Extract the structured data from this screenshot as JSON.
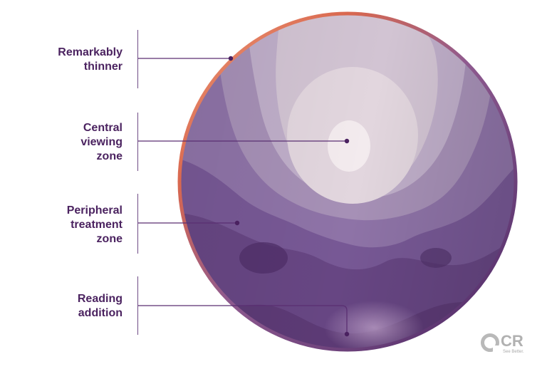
{
  "labels": {
    "thinner": [
      "Remarkably",
      "thinner"
    ],
    "central": [
      "Central",
      "viewing",
      "zone"
    ],
    "peripheral": [
      "Peripheral",
      "treatment",
      "zone"
    ],
    "reading": [
      "Reading",
      "addition"
    ]
  },
  "logo": {
    "text": "CR",
    "tagline": "See Better."
  },
  "colors": {
    "label_text": "#4b2360",
    "leader_line": "#5a2f72",
    "lens_dark": "#5d3a76",
    "lens_light": "#f4e9ec",
    "rim_orange": "#e0745a"
  }
}
